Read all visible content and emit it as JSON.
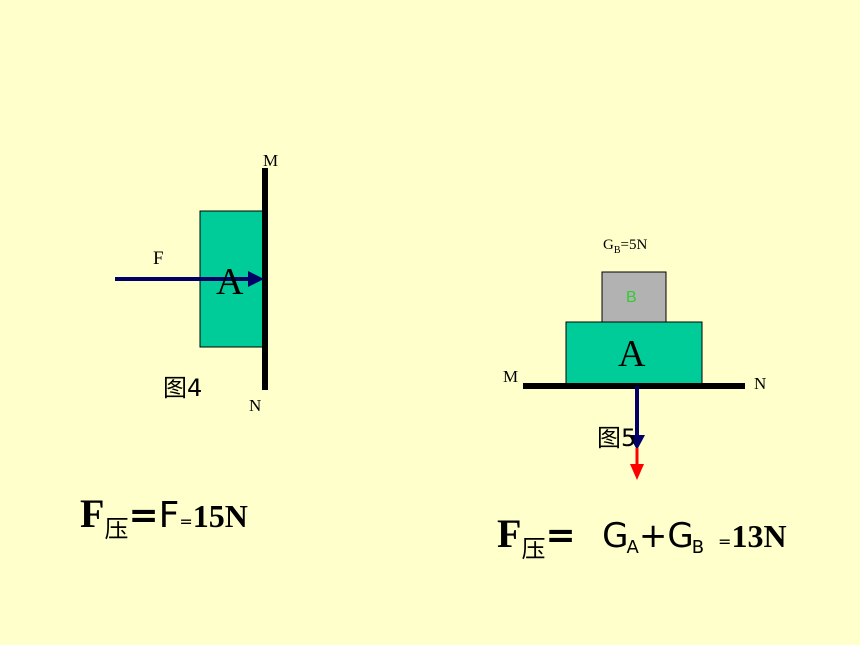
{
  "colors": {
    "background": "#FFFFCC",
    "block_green": "#00CC99",
    "block_gray": "#B2B2B2",
    "label_green": "#33CC33",
    "arrow_navy": "#000066",
    "arrow_red": "#FF0000"
  },
  "figure4": {
    "label_top": "M",
    "label_bottom": "N",
    "force_label": "F",
    "block_label": "A",
    "caption": "图4"
  },
  "figure5": {
    "weight_label_main": "G",
    "weight_label_sub": "B",
    "weight_label_rest": "=5N",
    "block_b_label": "B",
    "block_a_label": "A",
    "label_left": "M",
    "label_right": "N",
    "caption": "图5"
  },
  "formula1": {
    "f": "F",
    "sub": "压",
    "eq": "=",
    "f2": "F",
    "eq_small": "=",
    "value": "15N"
  },
  "formula2": {
    "f": "F",
    "sub": "压",
    "eq": "= ",
    "ga": "G",
    "ga_sub": "A",
    "plus": "+",
    "gb": "G",
    "gb_sub": "B",
    "eq_small": "=",
    "value": "13N"
  }
}
